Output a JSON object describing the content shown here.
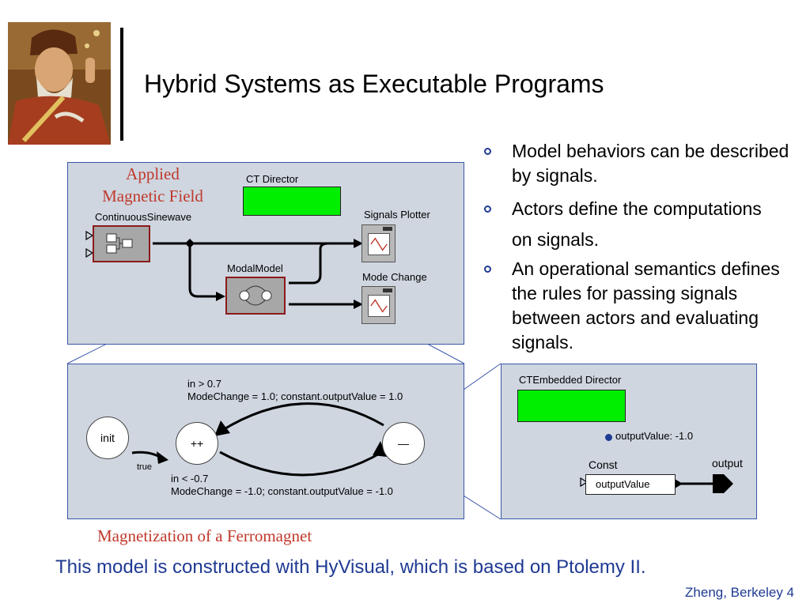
{
  "slide": {
    "title": "Hybrid Systems as Executable Programs",
    "bullets": [
      "Model behaviors can be described by signals.",
      "Actors define the computations on signals.",
      "An operational semantics defines the rules for passing signals between actors and evaluating signals."
    ],
    "footer": "This model is constructed with HyVisual, which is based on Ptolemy II.",
    "credit": "Zheng, Berkeley 4"
  },
  "top_model": {
    "applied_field_label": [
      "Applied",
      "Magnetic Field"
    ],
    "director_label": "CT Director",
    "sinewave_label": "ContinuousSinewave",
    "modal_label": "ModalModel",
    "signals_plotter_label": "Signals Plotter",
    "mode_change_label": "Mode Change"
  },
  "fsm": {
    "init_label": "init",
    "plus_label": "++",
    "minus_label": "—",
    "true_label": "true",
    "upper_guard": "in > 0.7",
    "upper_action": "ModeChange = 1.0; constant.outputValue = 1.0",
    "lower_guard": "in < -0.7",
    "lower_action": "ModeChange = -1.0; constant.outputValue = -1.0",
    "caption": "Magnetization of a Ferromagnet"
  },
  "refinement": {
    "director_label": "CTEmbedded Director",
    "param": "outputValue: -1.0",
    "const_label": "Const",
    "const_port": "outputValue",
    "output_label": "output"
  },
  "colors": {
    "accent_blue": "#1f3a93",
    "caption_red": "#c0392b",
    "director_green": "#00ee00",
    "panel_bg": "#cfd6e0"
  }
}
